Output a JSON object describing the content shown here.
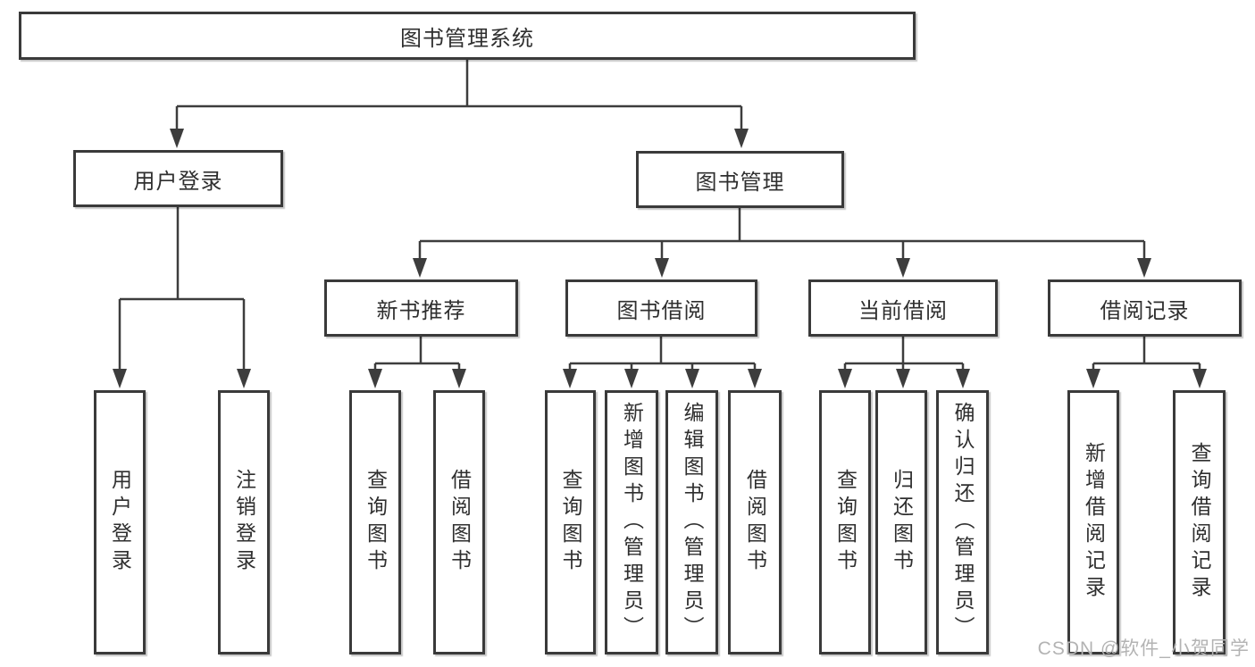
{
  "diagram": {
    "root": {
      "label": "图书管理系统"
    },
    "level2": [
      {
        "label": "用户登录"
      },
      {
        "label": "图书管理"
      }
    ],
    "level3": [
      {
        "label": "新书推荐"
      },
      {
        "label": "图书借阅"
      },
      {
        "label": "当前借阅"
      },
      {
        "label": "借阅记录"
      }
    ],
    "leaves": [
      {
        "label": "用户登录"
      },
      {
        "label": "注销登录"
      },
      {
        "label": "查询图书"
      },
      {
        "label": "借阅图书"
      },
      {
        "label": "查询图书"
      },
      {
        "label": "新增图书（管理员）"
      },
      {
        "label": "编辑图书（管理员）"
      },
      {
        "label": "借阅图书"
      },
      {
        "label": "查询图书"
      },
      {
        "label": "归还图书"
      },
      {
        "label": "确认归还（管理员）"
      },
      {
        "label": "新增借阅记录"
      },
      {
        "label": "查询借阅记录"
      }
    ]
  },
  "watermark": {
    "text": "CSDN @软件_小贺同学"
  },
  "colors": {
    "line": "#3d3d3d",
    "border": "#3a3a3a",
    "text": "#2f2f2f",
    "watermark": "#b3b3b3",
    "background": "#ffffff"
  }
}
